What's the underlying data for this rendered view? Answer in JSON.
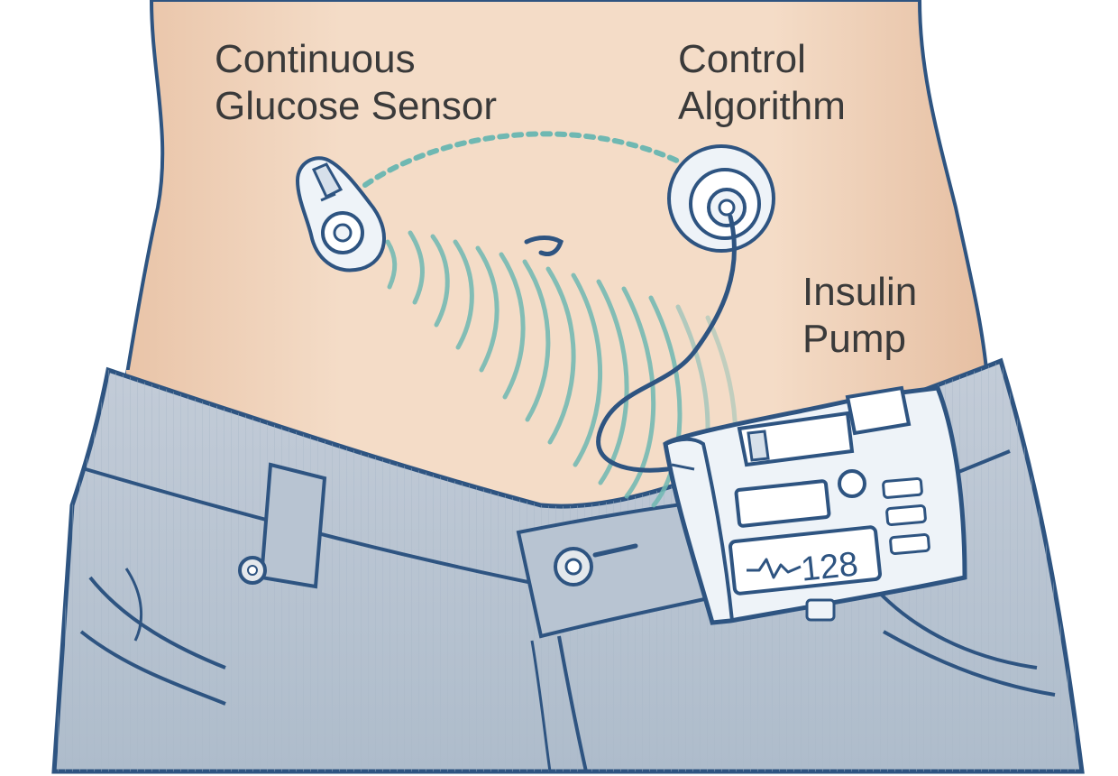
{
  "labels": {
    "sensor": [
      "Continuous",
      "Glucose Sensor"
    ],
    "algorithm": [
      "Control",
      "Algorithm"
    ],
    "pump": [
      "Insulin",
      "Pump"
    ]
  },
  "pump_display": {
    "glucose_value": "128"
  },
  "colors": {
    "skin": "#f2d6c0",
    "skin_shadow": "#e8c2a6",
    "outline": "#2e5481",
    "denim": "#bcc7d3",
    "denim_dark": "#9fb0c2",
    "signal": "#6fb8b2",
    "device": "#eef3f8",
    "text": "#3a3a3a"
  }
}
